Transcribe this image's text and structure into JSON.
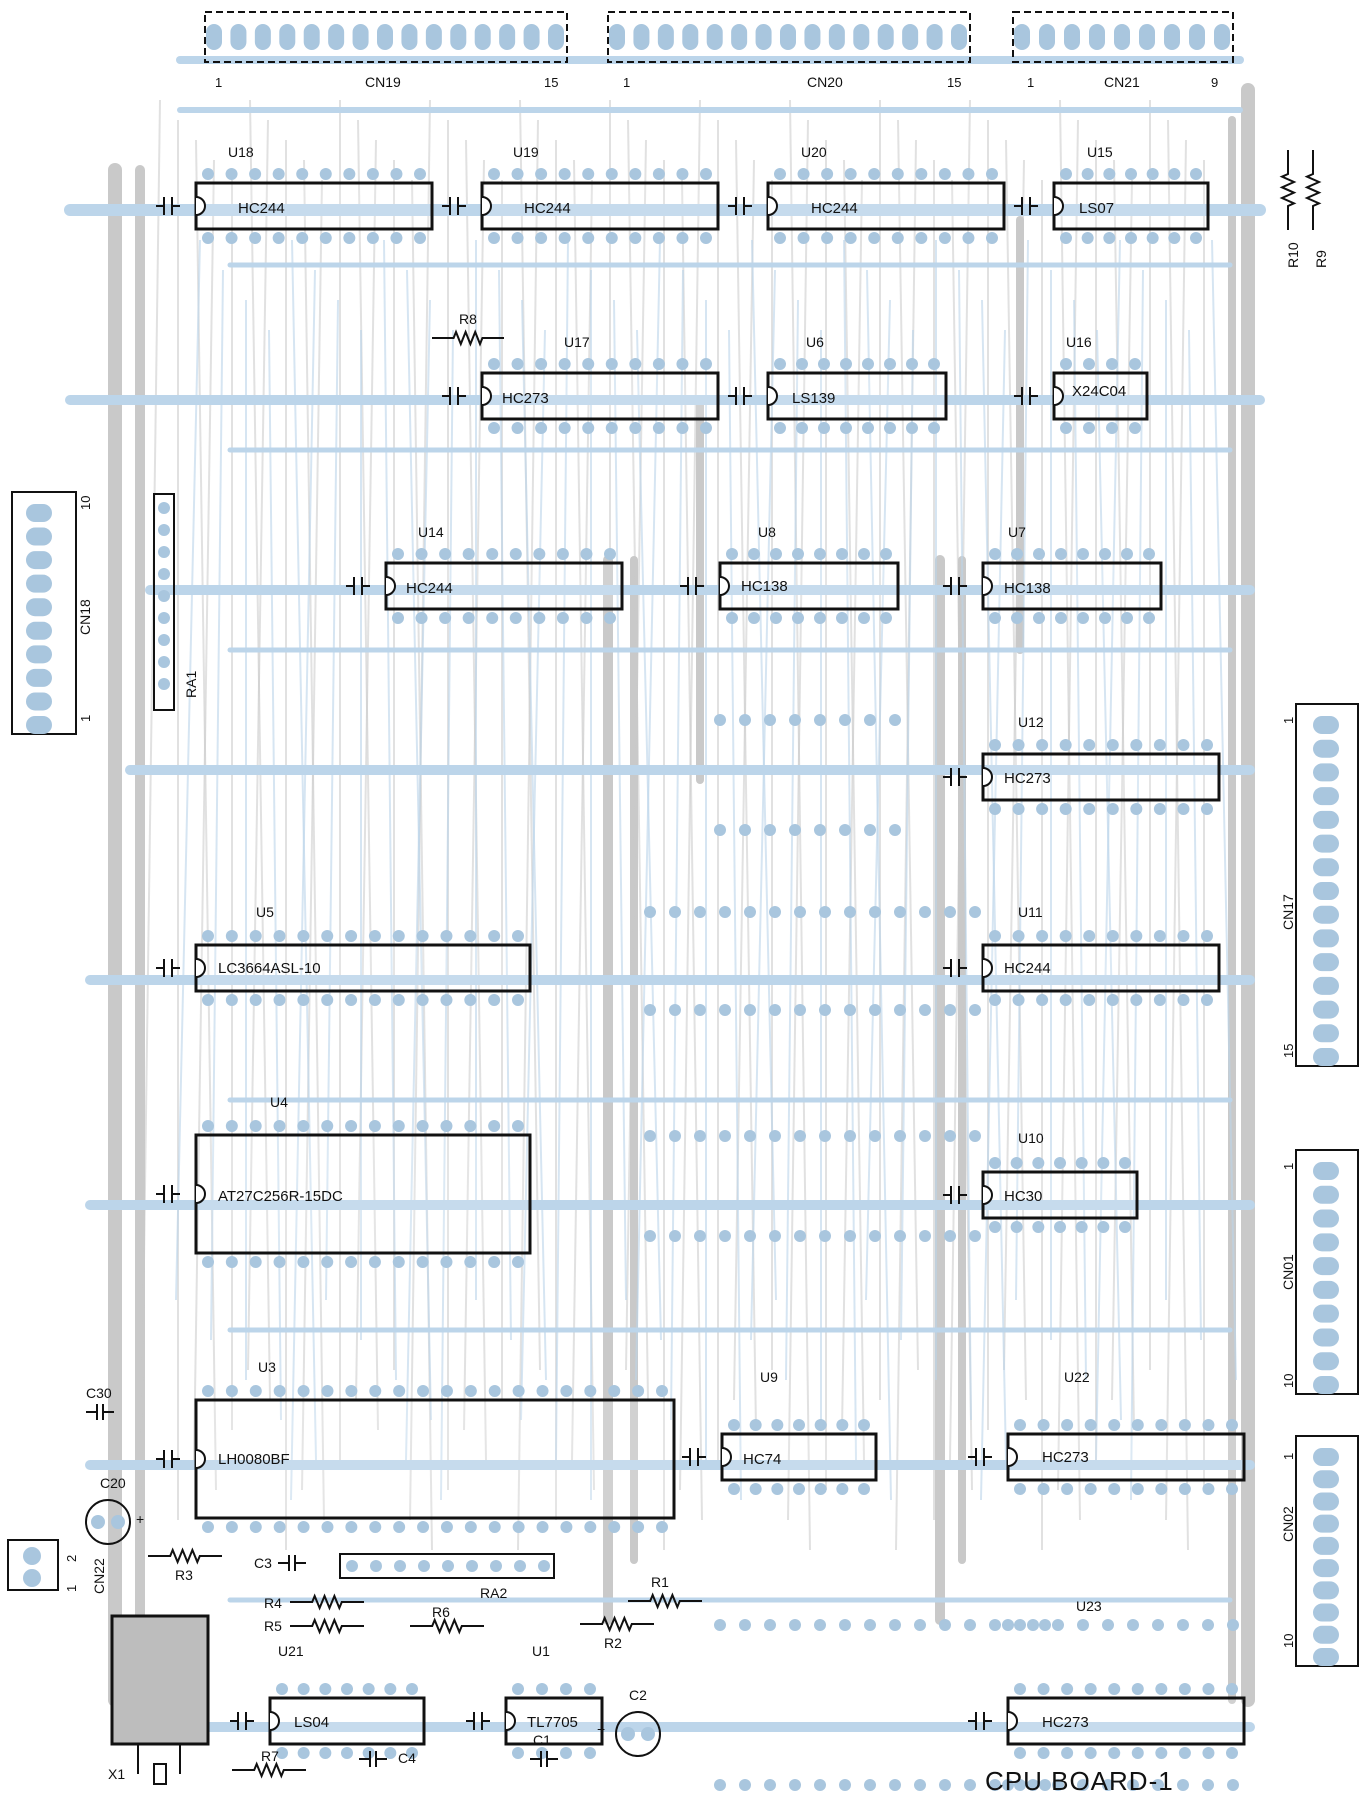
{
  "board_title": "CPU   BOARD-1",
  "colors": {
    "grey_trace": "#c9c9c9",
    "blue_trace": "#bcd5ea",
    "pad": "#a9c6de",
    "outline": "#111111"
  },
  "ics": [
    {
      "ref": "U18",
      "part": "HC244"
    },
    {
      "ref": "U19",
      "part": "HC244"
    },
    {
      "ref": "U20",
      "part": "HC244"
    },
    {
      "ref": "U15",
      "part": "LS07"
    },
    {
      "ref": "U17",
      "part": "HC273"
    },
    {
      "ref": "U6",
      "part": "LS139"
    },
    {
      "ref": "U16",
      "part": "X24C04"
    },
    {
      "ref": "U14",
      "part": "HC244"
    },
    {
      "ref": "U8",
      "part": "HC138"
    },
    {
      "ref": "U7",
      "part": "HC138"
    },
    {
      "ref": "U12",
      "part": "HC273"
    },
    {
      "ref": "U5",
      "part": "LC3664ASL-10"
    },
    {
      "ref": "U11",
      "part": "HC244"
    },
    {
      "ref": "U4",
      "part": "AT27C256R-15DC"
    },
    {
      "ref": "U10",
      "part": "HC30"
    },
    {
      "ref": "U3",
      "part": "LH0080BF"
    },
    {
      "ref": "U9",
      "part": "HC74"
    },
    {
      "ref": "U22",
      "part": "HC273"
    },
    {
      "ref": "U21",
      "part": "LS04"
    },
    {
      "ref": "U1",
      "part": "TL7705"
    },
    {
      "ref": "U23",
      "part": "HC273"
    }
  ],
  "connectors": [
    {
      "ref": "CN19",
      "pin_first": "1",
      "pin_last": "15"
    },
    {
      "ref": "CN20",
      "pin_first": "1",
      "pin_last": "15"
    },
    {
      "ref": "CN21",
      "pin_first": "1",
      "pin_last": "9"
    },
    {
      "ref": "CN18",
      "pin_first": "1",
      "pin_last": "10"
    },
    {
      "ref": "CN17",
      "pin_first": "1",
      "pin_last": "15"
    },
    {
      "ref": "CN01",
      "pin_first": "1",
      "pin_last": "10"
    },
    {
      "ref": "CN02",
      "pin_first": "1",
      "pin_last": "10"
    },
    {
      "ref": "CN22",
      "pin_first": "1",
      "pin_last": "2"
    }
  ],
  "components": {
    "R1": "R1",
    "R2": "R2",
    "R3": "R3",
    "R4": "R4",
    "R5": "R5",
    "R6": "R6",
    "R7": "R7",
    "R8": "R8",
    "R9": "R9",
    "R10": "R10",
    "RA1": "RA1",
    "RA2": "RA2",
    "C1": "C1",
    "C2": "C2",
    "C3": "C3",
    "C4": "C4",
    "C20": "C20",
    "C30": "C30",
    "X1": "X1",
    "plus": "+"
  }
}
